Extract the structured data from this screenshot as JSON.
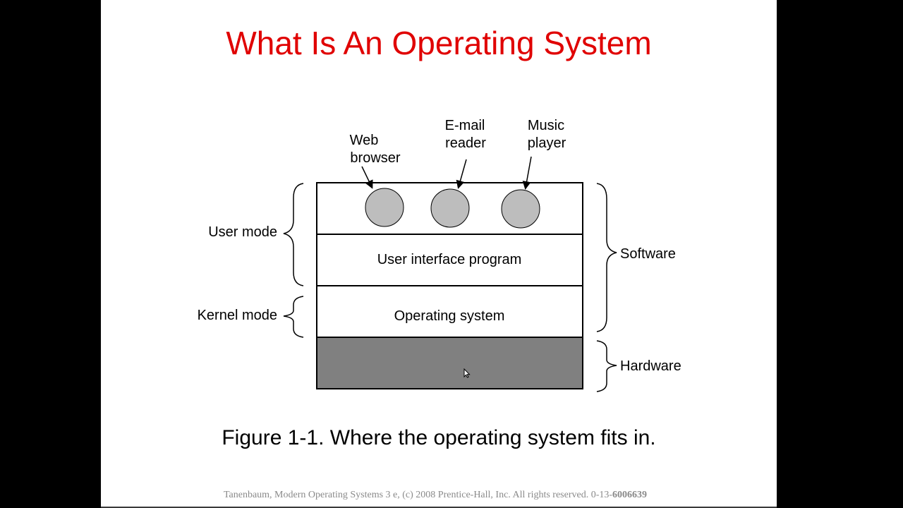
{
  "slide": {
    "title": "What Is An Operating System",
    "caption": "Figure 1-1. Where the operating system fits in.",
    "footer": {
      "text": "Tanenbaum, Modern Operating Systems 3 e, (c) 2008 Prentice-Hall, Inc. All rights reserved. 0-13-",
      "isbn_bold": "6006639"
    }
  },
  "diagram": {
    "apps": {
      "web_line1": "Web",
      "web_line2": "browser",
      "email_line1": "E-mail",
      "email_line2": "reader",
      "music_line1": "Music",
      "music_line2": "player"
    },
    "layers": {
      "user_interface": "User interface program",
      "operating_system": "Operating system"
    },
    "modes": {
      "user": "User mode",
      "kernel": "Kernel mode"
    },
    "groups": {
      "software": "Software",
      "hardware": "Hardware"
    }
  },
  "colors": {
    "title": "#e00000",
    "hardware_fill": "#808080",
    "app_circle_fill": "#bdbdbd"
  }
}
